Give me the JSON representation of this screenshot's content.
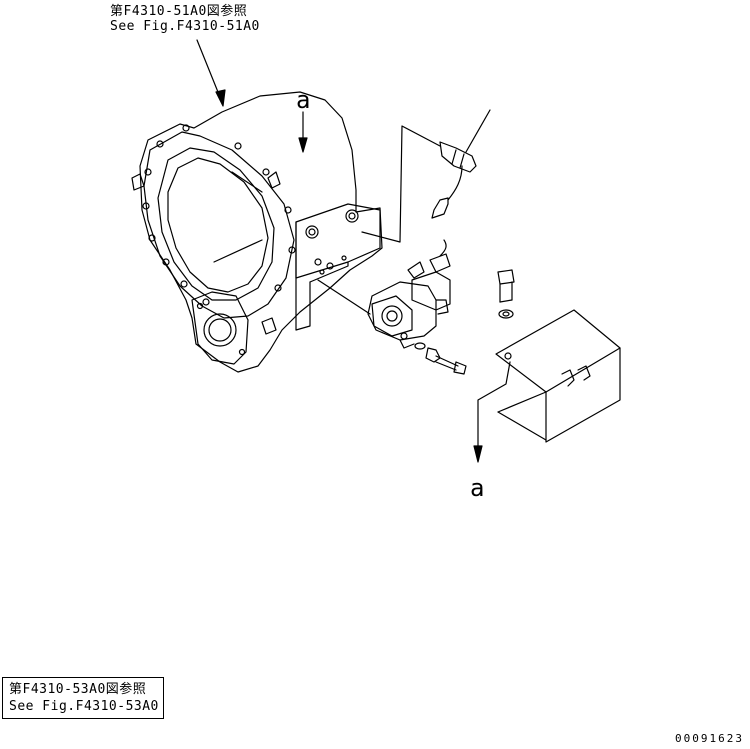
{
  "references": {
    "top": {
      "line1": "第F4310-51A0図参照",
      "line2": "See Fig.F4310-51A0"
    },
    "bottom": {
      "line1": "第F4310-53A0図参照",
      "line2": "See Fig.F4310-53A0"
    }
  },
  "callouts": {
    "top": "a",
    "bottom": "a"
  },
  "document_id": "00091623",
  "colors": {
    "line": "#000000",
    "background": "#ffffff"
  }
}
